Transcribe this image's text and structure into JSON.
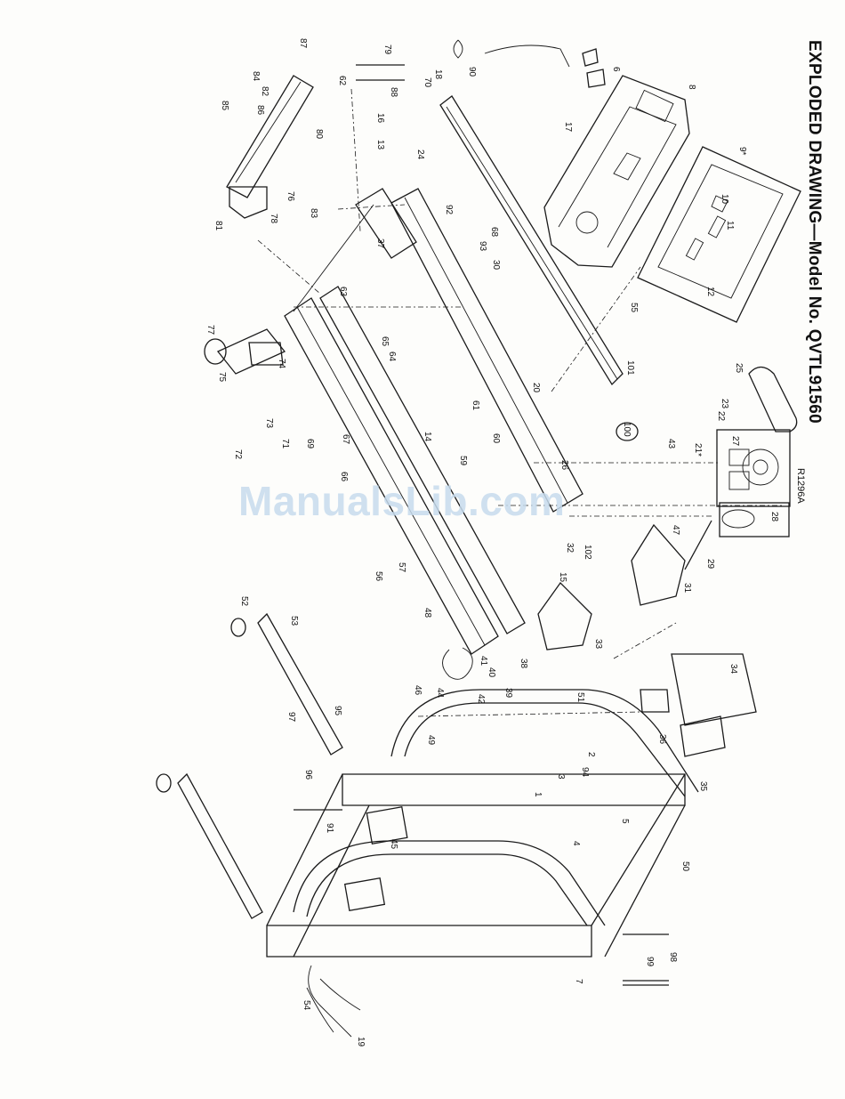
{
  "title": "EXPLODED DRAWING—Model No. QVTL91560",
  "reference_code": "R1296A",
  "watermark": "ManualsLib.com",
  "part_callouts": [
    "1",
    "2",
    "3",
    "4",
    "5",
    "6",
    "7",
    "8",
    "9*",
    "10",
    "11",
    "12",
    "13",
    "14",
    "15",
    "16",
    "17",
    "18",
    "19",
    "20",
    "21*",
    "22",
    "23",
    "24",
    "25",
    "26",
    "27",
    "28",
    "29",
    "30",
    "31",
    "32",
    "33",
    "34",
    "35",
    "36",
    "37",
    "38",
    "39",
    "40",
    "41",
    "42",
    "43",
    "44",
    "45",
    "46",
    "47",
    "48",
    "49",
    "50",
    "51",
    "52",
    "53",
    "54",
    "55",
    "56",
    "57",
    "59",
    "60",
    "61",
    "62",
    "63",
    "64",
    "65",
    "66",
    "67",
    "68",
    "69",
    "70",
    "71",
    "72",
    "73",
    "74",
    "75",
    "76",
    "77",
    "78",
    "79",
    "80",
    "81",
    "82",
    "83",
    "84",
    "85",
    "86",
    "87",
    "88",
    "90",
    "91",
    "92",
    "93",
    "94",
    "95",
    "96",
    "97",
    "98",
    "99",
    "100",
    "101",
    "102"
  ]
}
